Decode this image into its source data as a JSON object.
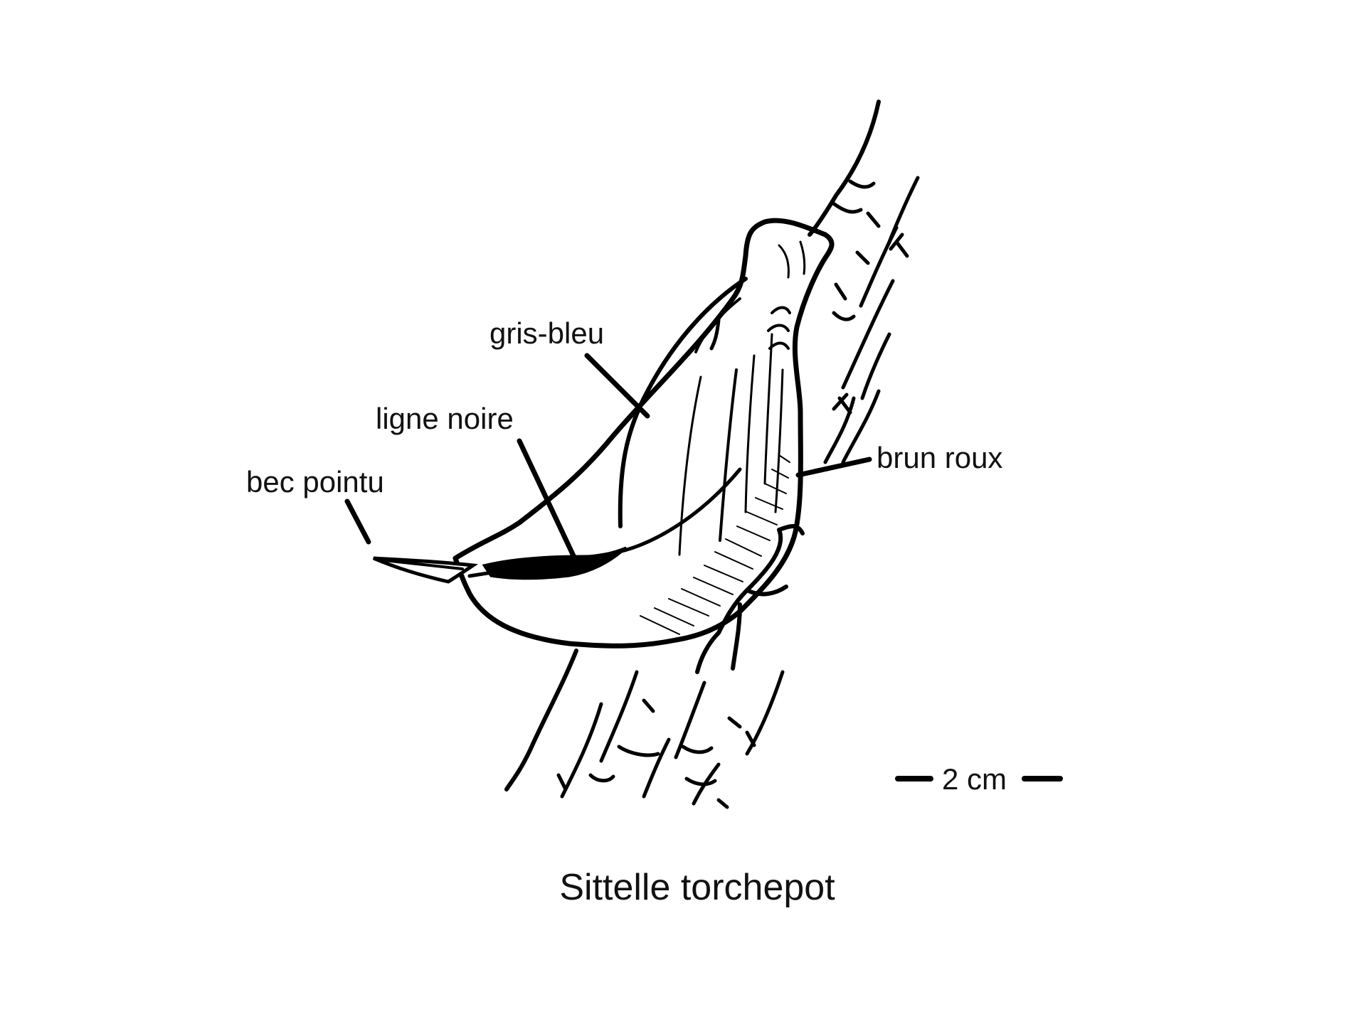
{
  "diagram": {
    "title": "Sittelle torchepot",
    "labels": {
      "gris_bleu": "gris-bleu",
      "ligne_noire": "ligne noire",
      "bec_pointu": "bec pointu",
      "brun_roux": "brun roux"
    },
    "scale_bar": {
      "text": "2 cm"
    },
    "colors": {
      "ink": "#000000",
      "text": "#111111",
      "background": "#ffffff"
    }
  }
}
